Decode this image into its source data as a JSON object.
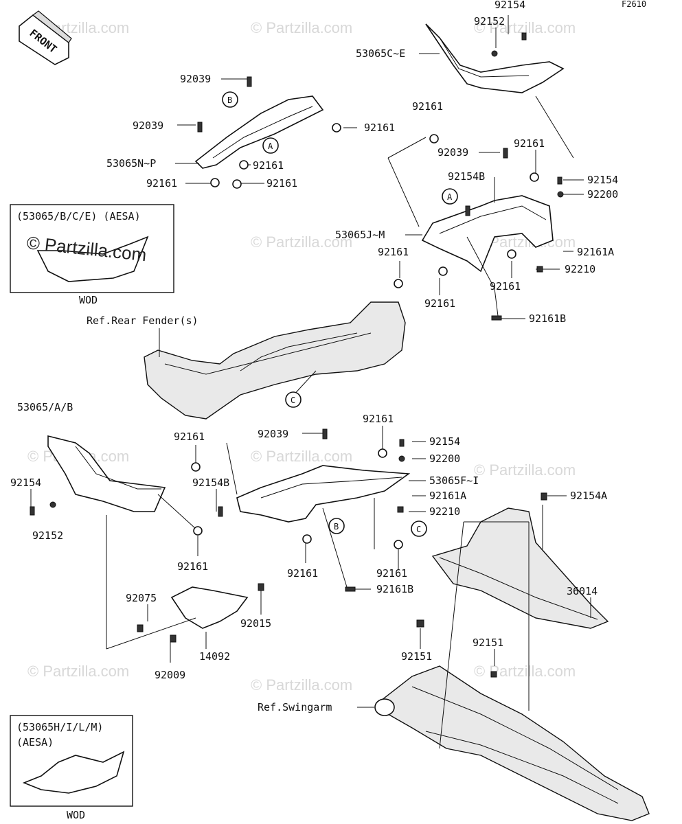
{
  "figure_code": "F2610",
  "front_label": "FRONT",
  "watermark": "© Partzilla.com",
  "ref_labels": {
    "rear_fender": "Ref.Rear Fender(s)",
    "swingarm": "Ref.Swingarm"
  },
  "inset_top": {
    "line1": "(53065/B/C/E) (AESA)",
    "watermark": "© Partzilla.com",
    "footer": "WOD"
  },
  "inset_bottom": {
    "line1": "(53065H/I/L/M)",
    "line2": "(AESA)",
    "footer": "WOD"
  },
  "callouts": [
    "A",
    "B",
    "C"
  ],
  "part_numbers": {
    "p92154_top": "92154",
    "p92152_top": "92152",
    "p53065CE": "53065C~E",
    "p92039_a": "92039",
    "p92039_b": "92039",
    "p92161_a": "92161",
    "p53065NP": "53065N~P",
    "p92161_b": "92161",
    "p92161_c": "92161",
    "p92161_d": "92161",
    "p92161_e": "92161",
    "p92039_c": "92039",
    "p92161_f": "92161",
    "p92154B_a": "92154B",
    "p92154_r": "92154",
    "p92200_r": "92200",
    "p53065JM": "53065J~M",
    "p92161A_r": "92161A",
    "p92161_g": "92161",
    "p92210_r": "92210",
    "p92161_h": "92161",
    "p92161_i": "92161",
    "p92161B_r": "92161B",
    "p53065AB": "53065/A/B",
    "p92161_j": "92161",
    "p92039_d": "92039",
    "p92161_k": "92161",
    "p92154_m": "92154",
    "p92200_m": "92200",
    "p92154_l": "92154",
    "p92154B_b": "92154B",
    "p53065FI": "53065F~I",
    "p92161A_m": "92161A",
    "p92210_m": "92210",
    "p92154A": "92154A",
    "p92152_l": "92152",
    "p92161_l": "92161",
    "p92161_m": "92161",
    "p92161_n": "92161",
    "p92161B_m": "92161B",
    "p92075": "92075",
    "p92015": "92015",
    "p36014": "36014",
    "p14092": "14092",
    "p92151_a": "92151",
    "p92151_b": "92151",
    "p92009": "92009"
  }
}
